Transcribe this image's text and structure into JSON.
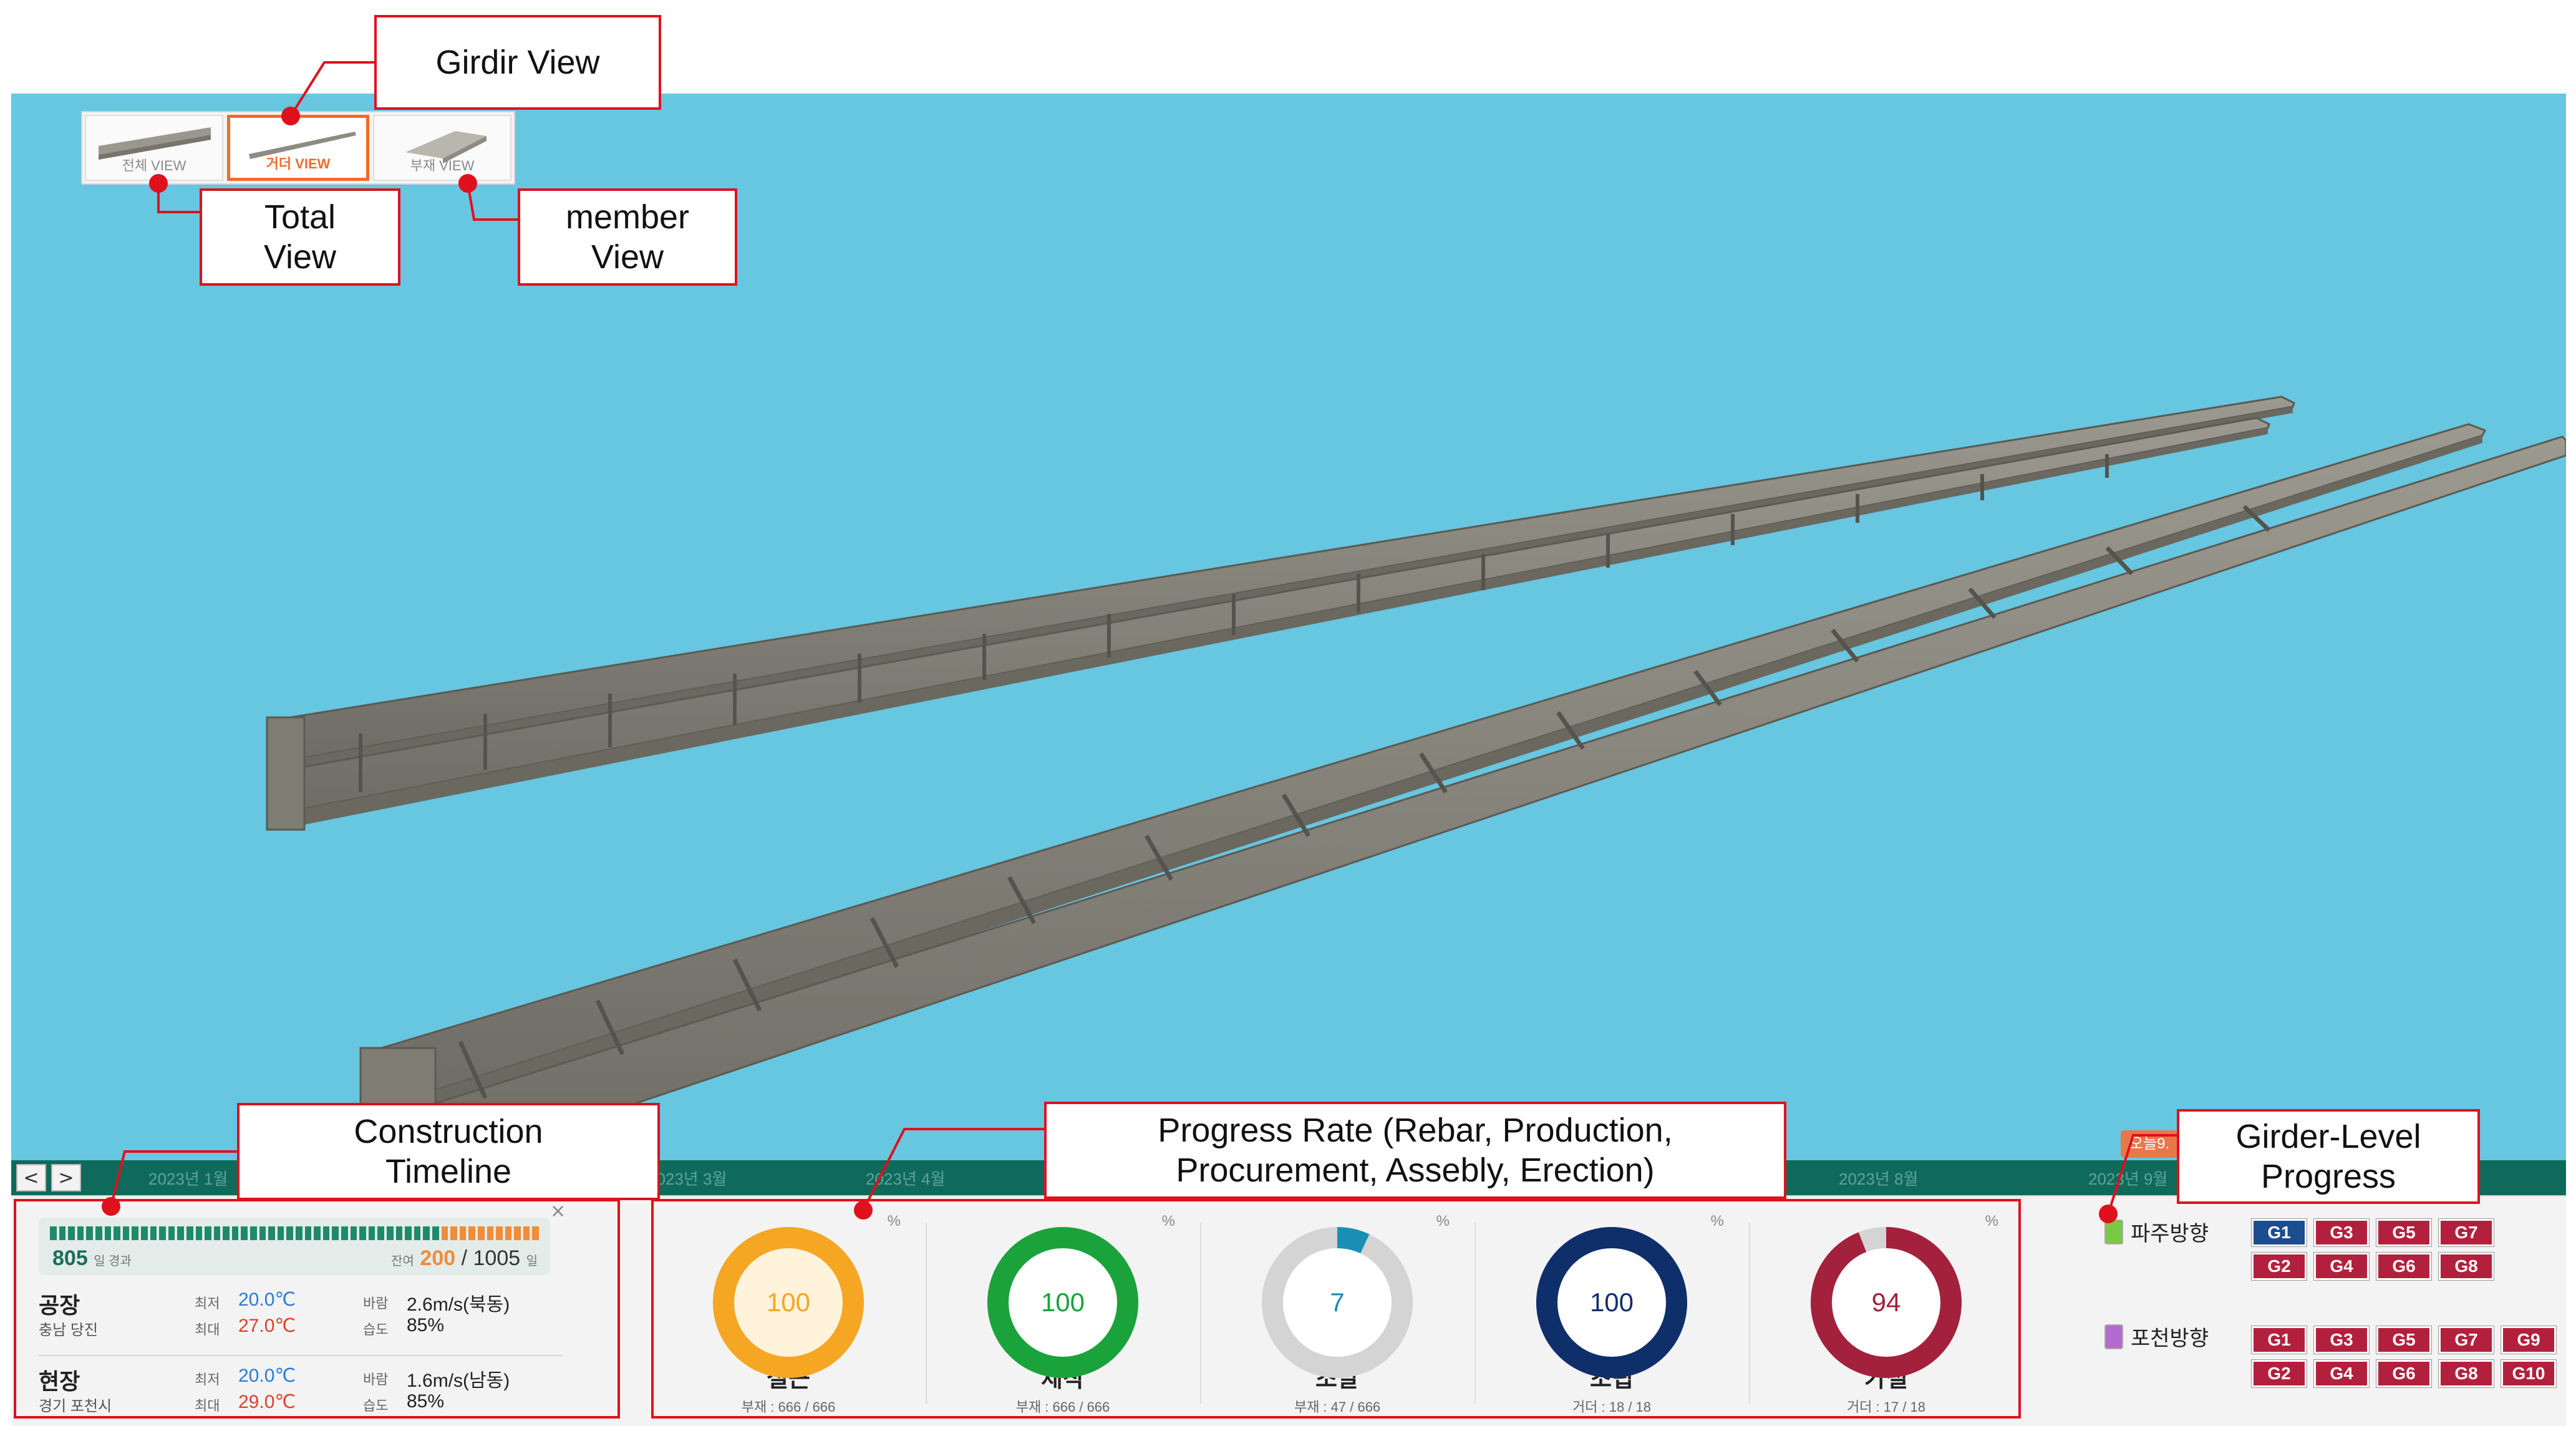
{
  "view_switch": {
    "items": [
      {
        "label": "전체 VIEW",
        "active": false
      },
      {
        "label": "거더 VIEW",
        "active": true
      },
      {
        "label": "부재 VIEW",
        "active": false
      }
    ]
  },
  "callouts": {
    "girder_view": "Girdir View",
    "total_view": "Total\nView",
    "member_view": "member\nView",
    "construction_timeline": "Construction\nTimeline",
    "progress_rate": "Progress Rate (Rebar, Production,\nProcurement, Assebly, Erection)",
    "girder_level": "Girder-Level\nProgress"
  },
  "timeline": {
    "prev": "<",
    "next": ">",
    "labels": [
      "2023년 1월",
      "2023년 3월",
      "2023년 4월",
      "2023년 8월",
      "2023년 9월"
    ],
    "today_badge": "오늘9."
  },
  "period": {
    "elapsed_value": "805",
    "elapsed_unit": "일 경과",
    "remain_label": "잔여",
    "remain_value": "200",
    "total": "1005",
    "total_unit": "일",
    "progress_fraction": 0.8,
    "close": "×"
  },
  "weather": [
    {
      "place": "공장",
      "sub": "충남 당진",
      "min_label": "최저",
      "min_value": "20.0℃",
      "max_label": "최대",
      "max_value": "27.0℃",
      "wind_label": "바람",
      "wind_value": "2.6m/s(북동)",
      "humid_label": "습도",
      "humid_value": "85%"
    },
    {
      "place": "현장",
      "sub": "경기 포천시",
      "min_label": "최저",
      "min_value": "20.0℃",
      "max_label": "최대",
      "max_value": "29.0℃",
      "wind_label": "바람",
      "wind_value": "1.6m/s(남동)",
      "humid_label": "습도",
      "humid_value": "85%"
    }
  ],
  "progress": [
    {
      "name": "철근",
      "value": 100,
      "count": "부재 : 666 / 666",
      "color": "#f5a623",
      "inner": "#fff3dc",
      "text_color": "#f5a623",
      "pct": "%"
    },
    {
      "name": "제작",
      "value": 100,
      "count": "부재 : 666 / 666",
      "color": "#1aa33b",
      "inner": "#ffffff",
      "text_color": "#1aa33b",
      "pct": "%"
    },
    {
      "name": "조달",
      "value": 7,
      "count": "부재 : 47 / 666",
      "color": "#1a8fb4",
      "inner": "#ffffff",
      "text_color": "#1a8fb4",
      "pct": "%"
    },
    {
      "name": "조립",
      "value": 100,
      "count": "거더 : 18 / 18",
      "color": "#0f2f6b",
      "inner": "#ffffff",
      "text_color": "#0f2f6b",
      "pct": "%"
    },
    {
      "name": "가설",
      "value": 94,
      "count": "거더 : 17 / 18",
      "color": "#a3213c",
      "inner": "#ffffff",
      "text_color": "#a3213c",
      "pct": "%"
    }
  ],
  "girder": {
    "dir1": {
      "label": "파주방향",
      "color": "#7ac943",
      "row1": [
        "G1",
        "G3",
        "G5",
        "G7"
      ],
      "row2": [
        "G2",
        "G4",
        "G6",
        "G8"
      ]
    },
    "dir2": {
      "label": "포천방향",
      "color": "#b36ad1",
      "row1": [
        "G1",
        "G3",
        "G5",
        "G7",
        "G9"
      ],
      "row2": [
        "G2",
        "G4",
        "G6",
        "G8",
        "G10"
      ]
    }
  },
  "colors": {
    "sky": "#67c6e0",
    "girder": "#8c8a80",
    "accent": "#f26b2a",
    "callout": "#e0101d"
  }
}
